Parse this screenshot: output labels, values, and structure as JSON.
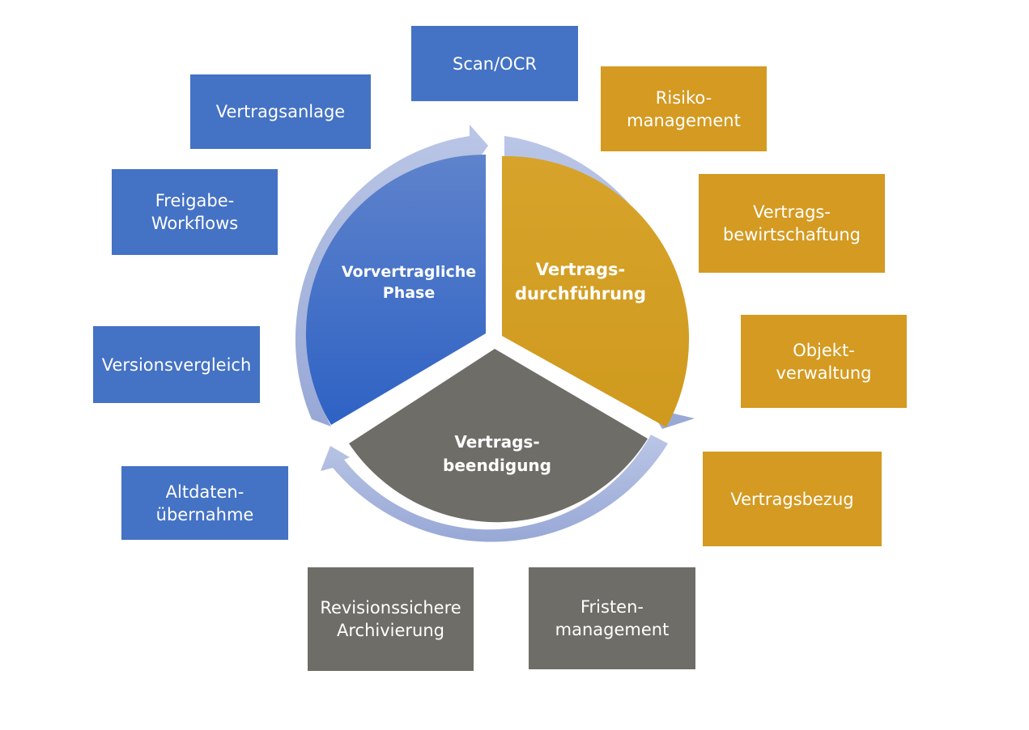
{
  "colors": {
    "blue": "#4472c4",
    "gold": "#d49a21",
    "gray": "#6f6d67",
    "arrow": "#aab7db"
  },
  "phases": {
    "pre": {
      "line1": "Vorvertragliche",
      "line2": "Phase"
    },
    "exec": {
      "line1": "Vertrags-",
      "line2": "durchführung"
    },
    "end": {
      "line1": "Vertrags-",
      "line2": "beendigung"
    }
  },
  "boxes": {
    "scan_ocr": "Scan/OCR",
    "vertragsanlage": "Vertragsanlage",
    "freigabe_workflows": "Freigabe-\nWorkflows",
    "versionsvergleich": "Versionsvergleich",
    "altdatenuebernahme": "Altdaten-\nübernahme",
    "risikomanagement": "Risiko-\nmanagement",
    "vertragsbewirtschaftung": "Vertrags-\nbewirtschaftung",
    "objektverwaltung": "Objekt-\nverwaltung",
    "vertragsbezug": "Vertragsbezug",
    "revisionssichere_archivierung": "Revisionssichere\nArchivierung",
    "fristenmanagement": "Fristen-\nmanagement"
  }
}
